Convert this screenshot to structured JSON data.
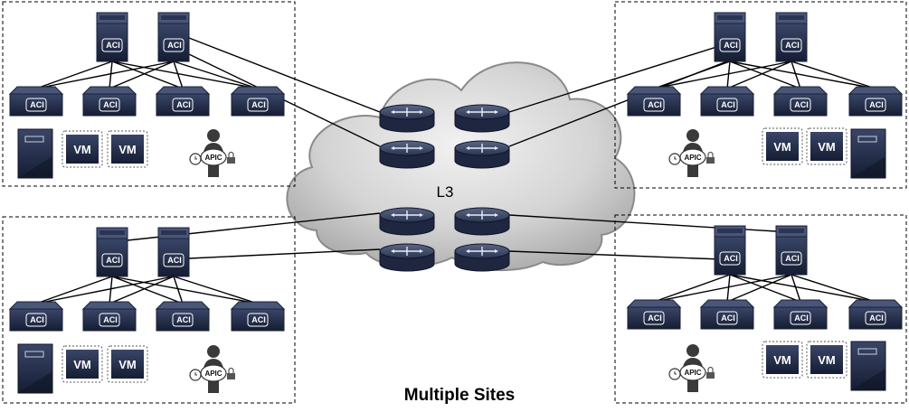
{
  "diagram": {
    "cloud_label": "L3",
    "caption": "Multiple Sites",
    "icon_labels": {
      "switch": "ACI",
      "vm": "VM",
      "controller": "APIC"
    },
    "icons": {
      "spine": "spine-switch-icon",
      "leaf": "leaf-switch-icon",
      "router": "router-icon",
      "server": "server-icon",
      "vm": "vm-icon",
      "controller": "apic-controller-icon",
      "cloud": "cloud-icon"
    },
    "colors": {
      "device_dark": "#1f2a44",
      "device_mid": "#2e3b5c",
      "cloud_fill": "#d0d0d0",
      "border_dashed": "#000000"
    }
  }
}
